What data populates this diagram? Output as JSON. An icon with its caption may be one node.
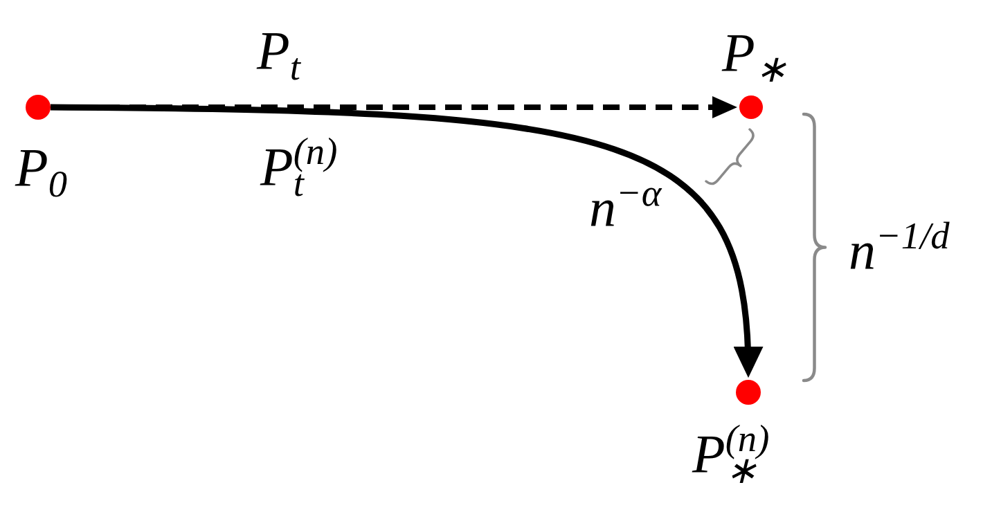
{
  "diagram": {
    "nodes": [
      {
        "text": [],
        "shape": "circle",
        "beside": [
          "P$_{0}$"
        ]
      },
      {
        "text": [],
        "shape": "circle",
        "beside": [
          "P$_{∗}$"
        ]
      },
      {
        "text": [],
        "shape": "circle",
        "beside": [
          "P$_{∗}$$^{(n)}$"
        ]
      }
    ],
    "edges": [
      {
        "from": 0,
        "to": 1,
        "arrow": "to",
        "label": "P$_{t}$",
        "style": "dashed"
      },
      {
        "from": 0,
        "to": 2,
        "arrow": "to",
        "label": "P$_{t}$$^{(n)}$"
      }
    ],
    "labels": [
      "n$^{−α}$",
      "n$^{−1/d}$"
    ]
  }
}
